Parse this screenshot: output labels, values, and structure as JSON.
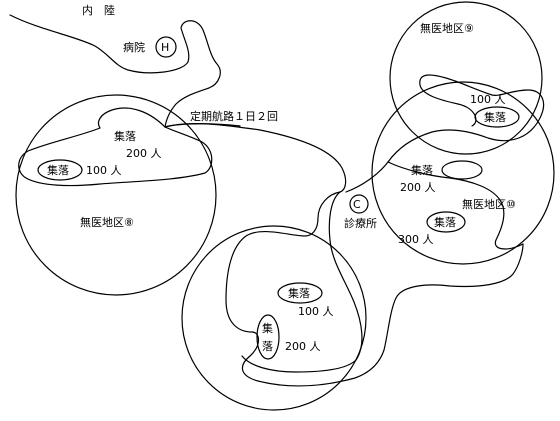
{
  "inland": "内　陸",
  "hospital": {
    "label": "病院",
    "symbol": "H"
  },
  "ferry": "定期航路１日２回",
  "clinic": {
    "symbol": "C",
    "label": "診療所"
  },
  "districts": {
    "d8": "無医地区⑧",
    "d9": "無医地区⑨",
    "d10": "無医地区⑩"
  },
  "settlements": {
    "west_a": {
      "label": "集落",
      "pop": "200 人"
    },
    "west_b": {
      "label": "集落",
      "pop": "100 人"
    },
    "ne_a": {
      "label": "集落",
      "pop": "100 人"
    },
    "east_a": {
      "label": "集落",
      "pop": "200 人"
    },
    "east_b": {
      "label": "集落",
      "pop": "300 人"
    },
    "south_a": {
      "label": "集落",
      "pop": "100 人"
    },
    "south_b": {
      "label": "集",
      "label2": "落",
      "pop": "200 人"
    }
  }
}
